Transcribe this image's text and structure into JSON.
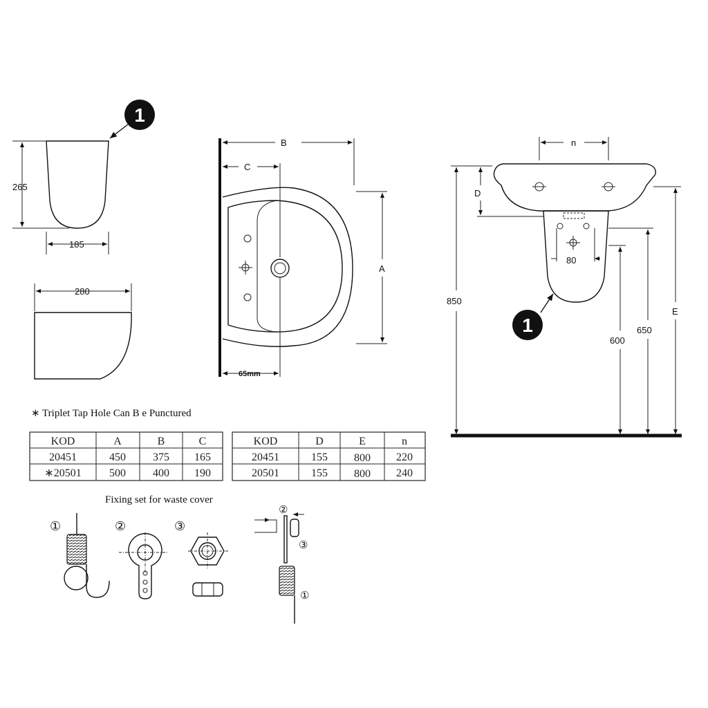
{
  "callout": "1",
  "pedestal": {
    "height": "265",
    "width": "185",
    "depth": "280"
  },
  "top_view": {
    "B": "B",
    "C": "C",
    "A": "A",
    "offset": "65mm"
  },
  "front_view": {
    "n": "n",
    "D": "D",
    "E": "E",
    "h850": "850",
    "h650": "650",
    "h600": "600",
    "w80": "80"
  },
  "note": "∗ Triplet Tap Hole Can B e Punctured",
  "table1": {
    "headers": [
      "KOD",
      "A",
      "B",
      "C"
    ],
    "rows": [
      [
        "20451",
        "450",
        "375",
        "165"
      ],
      [
        "∗20501",
        "500",
        "400",
        "190"
      ]
    ]
  },
  "table2": {
    "headers": [
      "KOD",
      "D",
      "E",
      "n"
    ],
    "rows": [
      [
        "20451",
        "155",
        "800",
        "220"
      ],
      [
        "20501",
        "155",
        "800",
        "240"
      ]
    ]
  },
  "fixing": {
    "title": "Fixing set for waste cover",
    "n1": "①",
    "n2": "②",
    "n3": "③"
  }
}
